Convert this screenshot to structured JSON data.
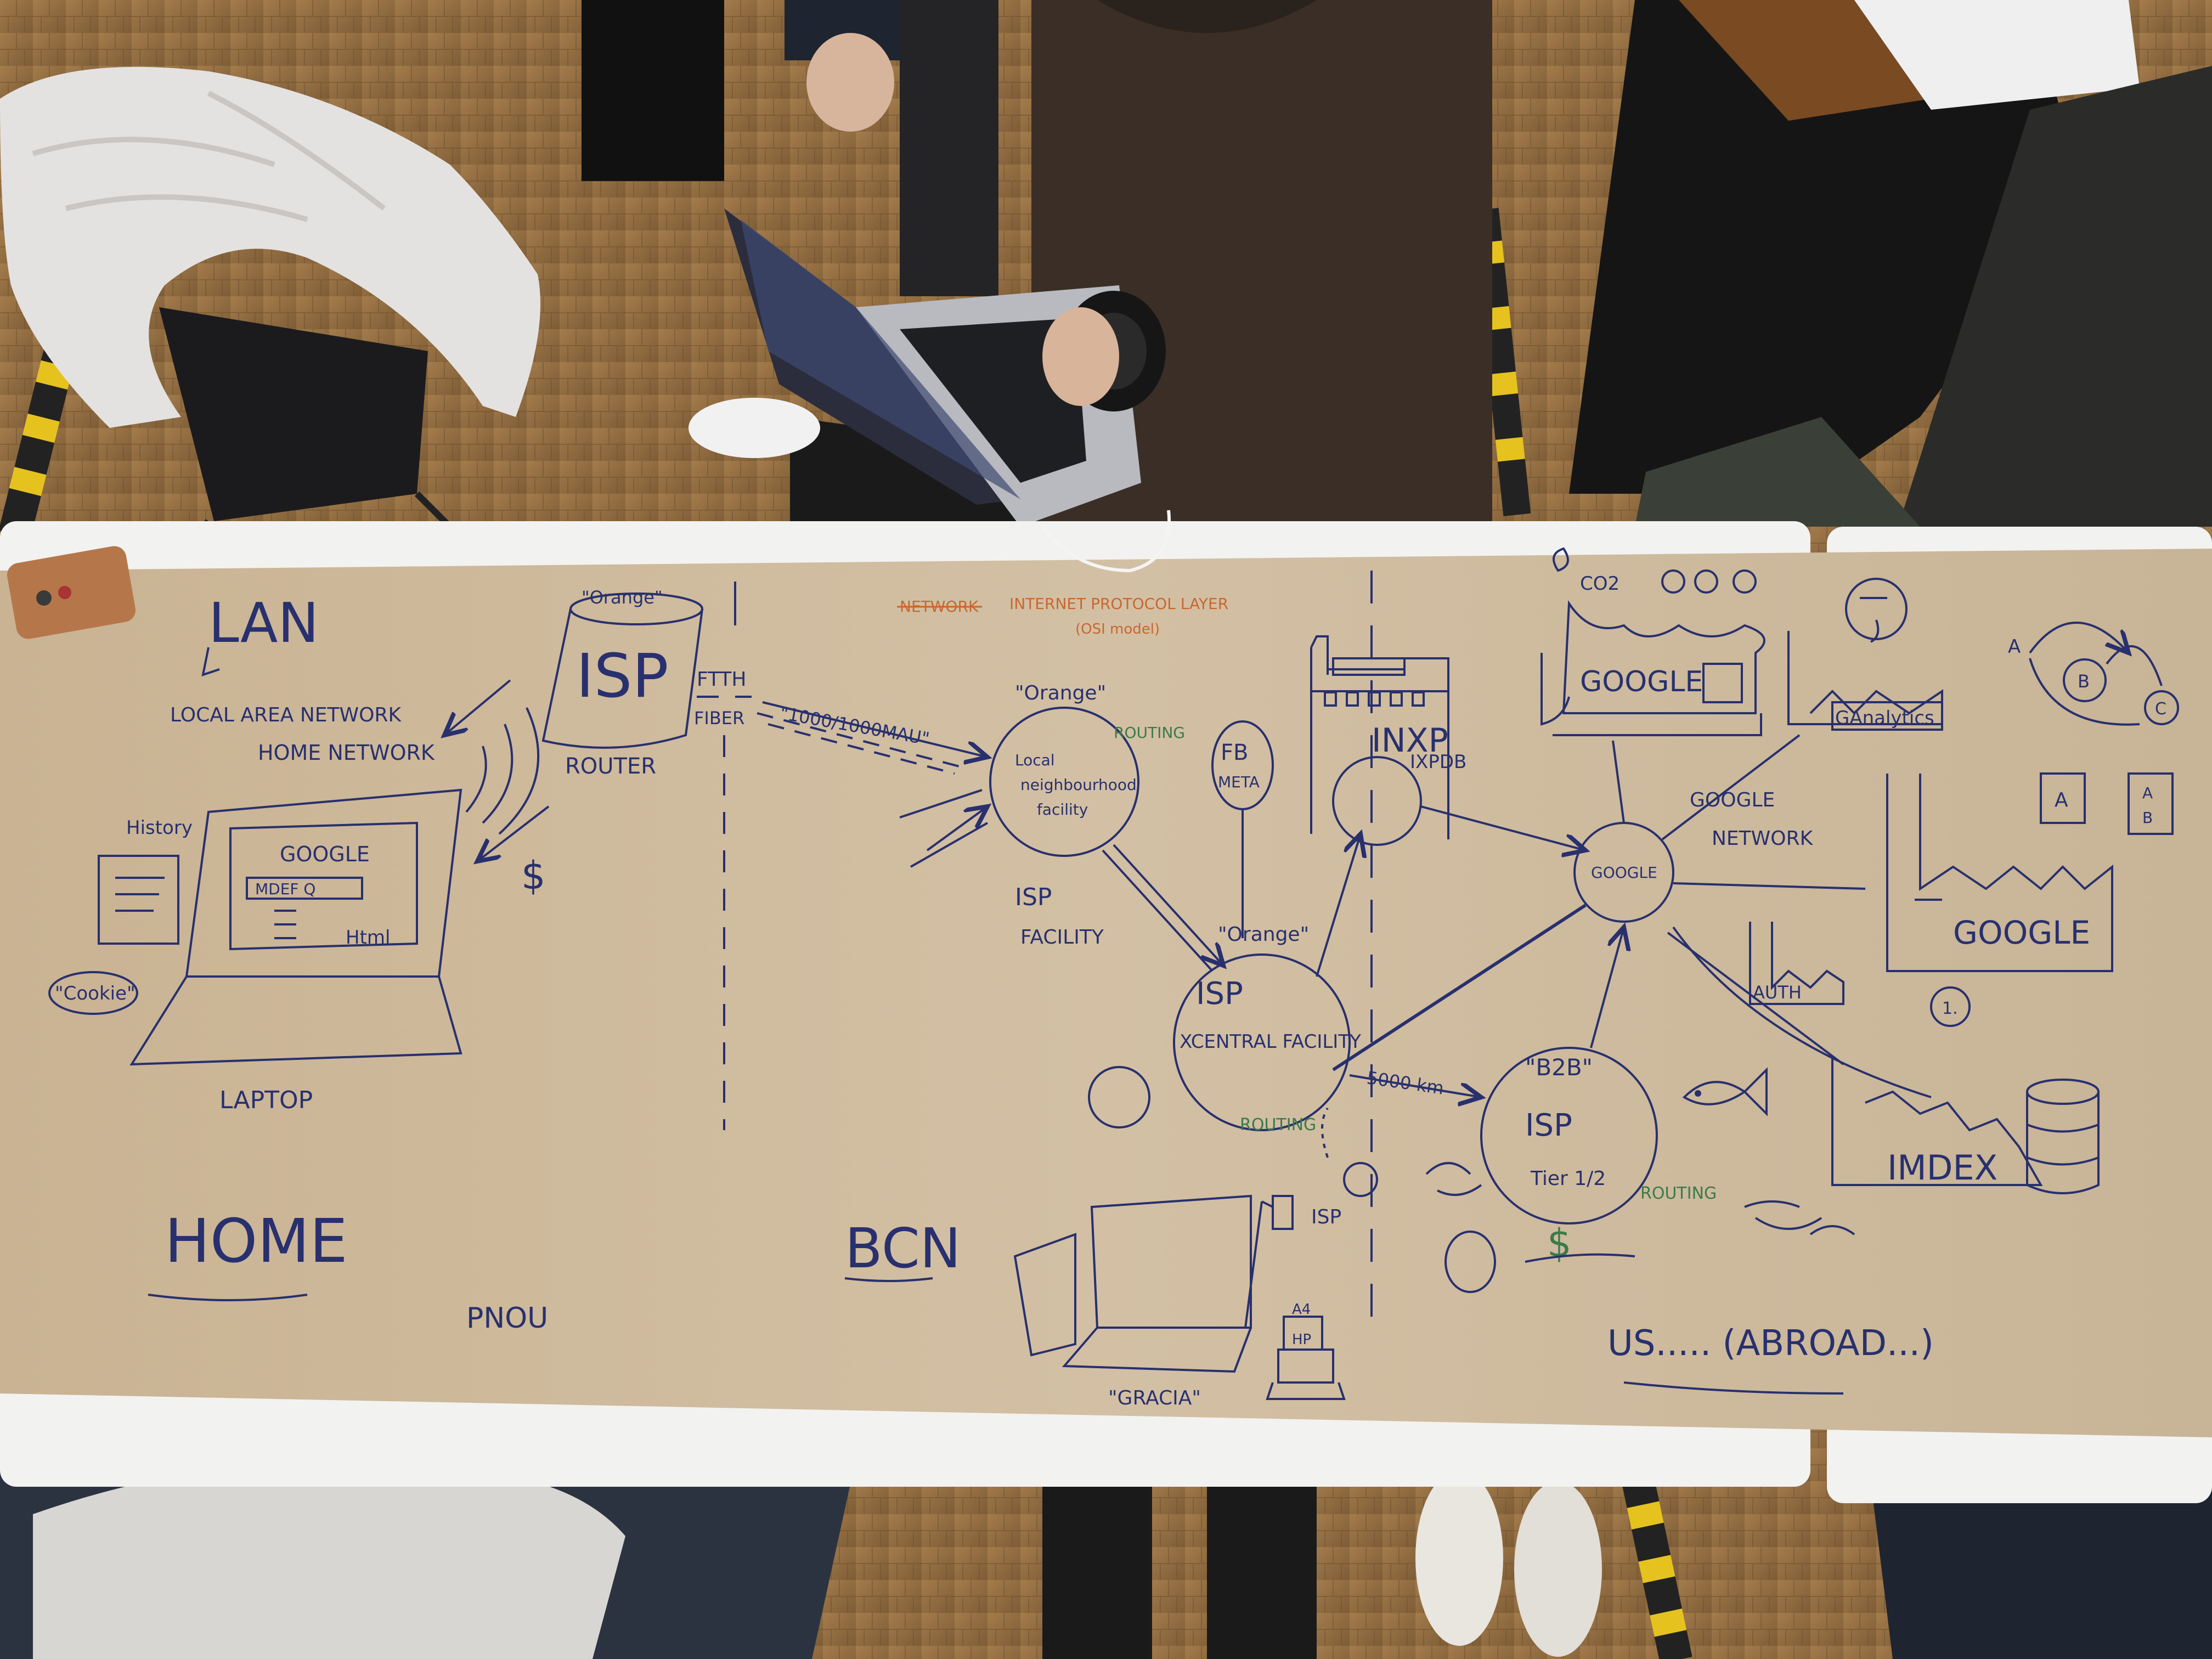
{
  "colors": {
    "floor": "#9a7448",
    "paper": "#cdb89a",
    "ink": "#28306e",
    "ink_orange": "#c9672e",
    "ink_green": "#3c7a4a",
    "table": "#f2f2f0"
  },
  "home_zone": {
    "lan": "LAN",
    "local_area_network": "LOCAL AREA NETWORK",
    "home_network": "HOME NETWORK",
    "history": "History",
    "google": "GOOGLE",
    "search": "MDEF Q",
    "html": "Html",
    "cookie": "\"Cookie\"",
    "laptop": "LAPTOP",
    "orange": "\"Orange\"",
    "isp": "ISP",
    "router": "ROUTER",
    "ftth": "FTTH",
    "fiber": "FIBER",
    "dollar": "$",
    "home": "HOME",
    "pnou": "PNOU"
  },
  "bcn_zone": {
    "title_struck": "NETWORK",
    "title": "INTERNET PROTOCOL LAYER",
    "subtitle": "(OSI model)",
    "mbps": "\"1000/1000MAU\"",
    "orange_top": "\"Orange\"",
    "local_neighbourhood": [
      "Local",
      "neighbourhood",
      "facility"
    ],
    "isp_facility": [
      "ISP",
      "FACILITY"
    ],
    "routing_top": "ROUTING",
    "fb_meta": [
      "FB",
      "META"
    ],
    "orange_central": "\"Orange\"",
    "isp_central": [
      "ISP",
      "XCENTRAL FACILITY"
    ],
    "routing_bottom": "ROUTING",
    "inxp": "INXP",
    "ixpdb": "IXPDB",
    "distance": "5000 km",
    "small_isp": "ISP",
    "a4": "A4",
    "hp": "HP",
    "gracia": "\"GRACIA\"",
    "bcn": "BCN"
  },
  "us_zone": {
    "co2": "CO2",
    "google_dc": "GOOGLE",
    "google_node": "GOOGLE",
    "google_network": [
      "GOOGLE",
      "NETWORK"
    ],
    "analytics": "GAnalytics",
    "auth": "AUTH",
    "b2b": "\"B2B\"",
    "b2b_isp": "ISP",
    "tier": "Tier 1/2",
    "routing": "ROUTING",
    "dollar": "$",
    "imdex": "IMDEX",
    "google_factory": "GOOGLE",
    "circle_one": "1.",
    "box_a": "A",
    "box_ab": [
      "A",
      "B"
    ],
    "graph_a": "A",
    "graph_b": "B",
    "graph_c": "C",
    "us": "US..... (ABROAD...)"
  },
  "icons": [
    "laptop-icon",
    "headphones-icon",
    "jacket-icon",
    "chair-icon",
    "phone-icon",
    "database-icon",
    "factory-icon",
    "printer-icon",
    "fish-icon"
  ]
}
